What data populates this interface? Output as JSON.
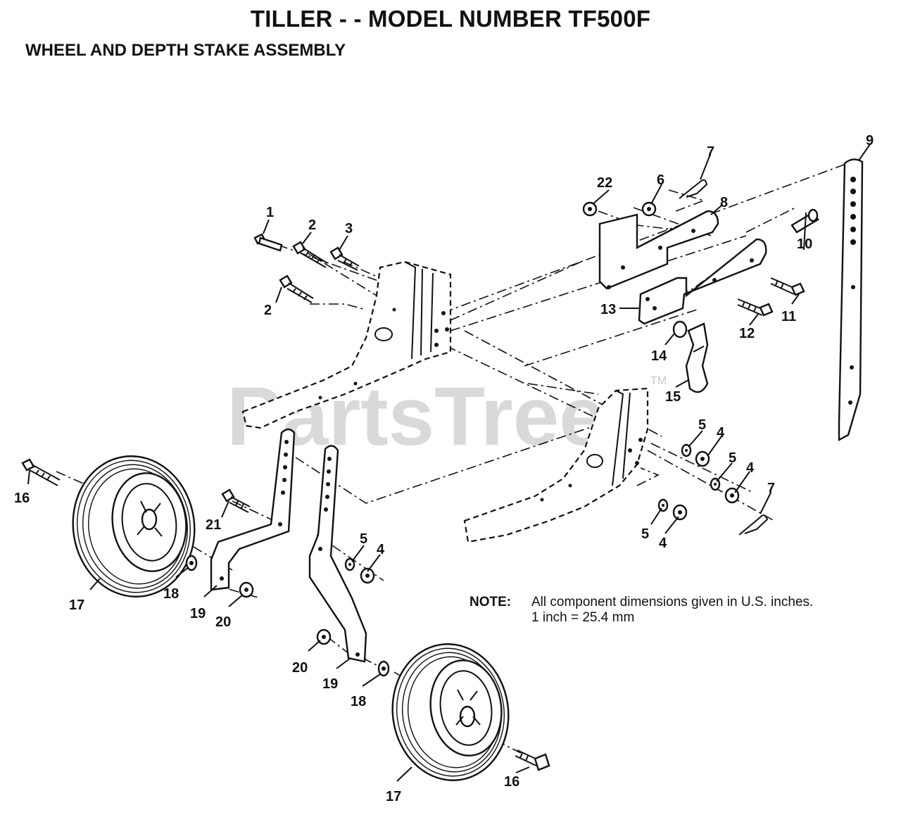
{
  "header": {
    "title": "TILLER - - MODEL NUMBER TF500F",
    "subtitle": "WHEEL AND DEPTH STAKE ASSEMBLY"
  },
  "note": {
    "label": "NOTE:",
    "line1": "All component dimensions given in U.S. inches.",
    "line2": "1 inch = 25.4 mm"
  },
  "watermark": {
    "text": "PartsTree",
    "tm": "TM"
  },
  "callouts": {
    "c1": "1",
    "c2a": "2",
    "c2b": "2",
    "c3": "3",
    "c4a": "4",
    "c4b": "4",
    "c4c": "4",
    "c4d": "4",
    "c5a": "5",
    "c5b": "5",
    "c5c": "5",
    "c5d": "5",
    "c6": "6",
    "c7a": "7",
    "c7b": "7",
    "c8": "8",
    "c9": "9",
    "c10": "10",
    "c11": "11",
    "c12": "12",
    "c13": "13",
    "c14": "14",
    "c15": "15",
    "c16a": "16",
    "c16b": "16",
    "c17a": "17",
    "c17b": "17",
    "c18a": "18",
    "c18b": "18",
    "c19a": "19",
    "c19b": "19",
    "c20a": "20",
    "c20b": "20",
    "c21": "21",
    "c22": "22"
  }
}
